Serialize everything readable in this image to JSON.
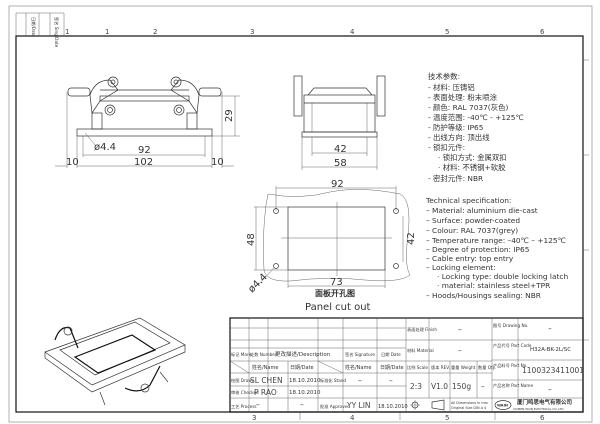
{
  "frame": {
    "top_numbers": [
      "1",
      "1",
      "2",
      "3",
      "4",
      "5",
      "6"
    ],
    "bottom_numbers": [
      "3",
      "4",
      "5",
      "6"
    ],
    "corner_labels": [
      "日期/Date",
      "签名 Sing Date"
    ]
  },
  "front_view": {
    "dims": {
      "hole": "ø4.4",
      "inner": "92",
      "outer": "102",
      "left": "10",
      "right": "10",
      "height": "29"
    }
  },
  "side_view": {
    "dims": {
      "inner": "42",
      "outer": "58"
    }
  },
  "panel_cutout": {
    "dims": {
      "width": "92",
      "height": "48",
      "hole_pitch": "42",
      "opening": "73",
      "hole": "ø4.4"
    },
    "title_cn": "面板开孔图",
    "title_en": "Panel cut out"
  },
  "spec_cn": {
    "heading": "技术参数:",
    "lines": [
      "- 材料: 压铸铝",
      "- 表面处理: 粉末喷涂",
      "- 颜色: RAL 7037(灰色)",
      "- 温度范围: -40℃ - +125℃",
      "- 防护等级: IP65",
      "- 出线方向: 顶出线",
      "- 锁扣元件:",
      "· 锁扣方式: 金属双扣",
      "· 材料: 不锈钢+软胶",
      "- 密封元件: NBR"
    ]
  },
  "spec_en": {
    "heading": "Technical specification:",
    "lines": [
      "– Material: aluminium die-cast",
      "– Surface: powder-coated",
      "– Colour: RAL 7037(grey)",
      "– Temperature range: –40℃ – +125℃",
      "– Degree of protection: IP65",
      "– Cable entry: top entry",
      "– Locking element:",
      "· Locking type: double locking latch",
      "· material: stainless steel+TPR",
      "– Hoods/Housings sealing: NBR"
    ]
  },
  "title_block": {
    "mark": "标记 Mark",
    "number": "处数 Number",
    "description": "更改描述/Description",
    "signature": "签名 Signature",
    "date": "日期 Date",
    "name_h": "姓名/Name",
    "date_h": "日期/Date",
    "name_h2": "姓名/Name",
    "date_h2": "日期/Date",
    "drawn": "绘图 Drawn",
    "checked": "审核 Checked",
    "process": "工艺 Process",
    "stand": "标准化 Stand",
    "approved": "批准 Approved",
    "drawn_name": "SL CHEN",
    "drawn_date": "18.10.2010",
    "checked_name": "P RAO",
    "checked_date": "18.10.2010",
    "process_name": "–",
    "process_date": "–",
    "stand_name": "–",
    "stand_date": "–",
    "approved_name": "YY LIN",
    "approved_date": "18.10.2010",
    "finish_label": "表面处理 Finish",
    "finish_value": "–",
    "material_label": "材料 Material",
    "material_value": "–",
    "scale_label": "比例 Scale",
    "rev_label": "版本 REV.",
    "weight_label": "重量 Weight",
    "qty_label": "数量 Qty.",
    "scale": "2:3",
    "rev": "V1.0",
    "weight": "150g",
    "qty": "–",
    "dimensions_note_1": "All Dimensions in mm",
    "dimensions_note_2": "Original Size DIN A 4",
    "drawing_no_label": "图号 Drawing No.",
    "drawing_no": "–",
    "part_code_label": "产品代号 Part Code",
    "part_code": "H32A-BK-2L/SC",
    "part_no_label": "产品料号 Part No.",
    "part_no": "1100323411001",
    "part_name_label": "产品名称 Part Name",
    "part_name": "–",
    "company_logo": "WAIN",
    "company_cn": "厦门鸣思电气有限公司",
    "company_en": "XIAMEN WAIN ELECTRICAL CO.,LTD."
  }
}
